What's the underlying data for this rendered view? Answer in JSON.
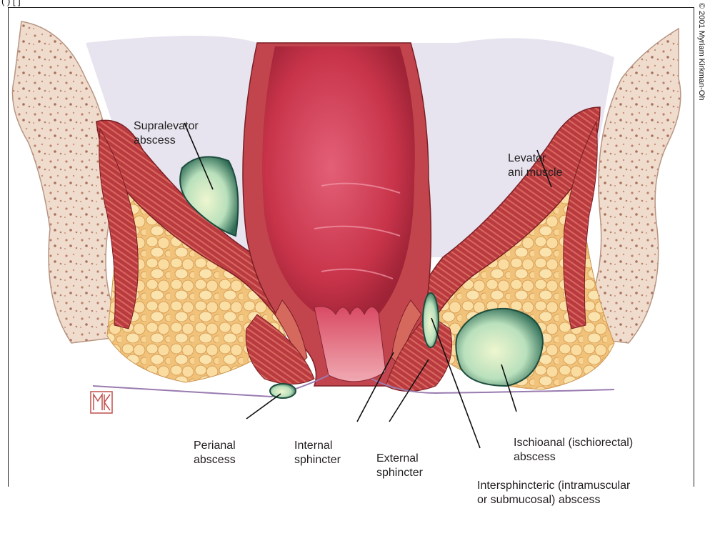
{
  "corner_text": "(  ) [ ]",
  "copyright": "© 2001 Myriam Kirkman-Oh",
  "labels": {
    "supralevator": [
      "Supralevator",
      "abscess"
    ],
    "levator": [
      "Levator",
      "ani muscle"
    ],
    "perianal": [
      "Perianal",
      "abscess"
    ],
    "internal_sphincter": [
      "Internal",
      "sphincter"
    ],
    "external_sphincter": [
      "External",
      "sphincter"
    ],
    "ischioanal": [
      "Ischioanal (ischiorectal)",
      "abscess"
    ],
    "intersphincteric": [
      "Intersphincteric (intramuscular",
      "or submucosal) abscess"
    ]
  },
  "colors": {
    "muscle": "#b83a3f",
    "muscle_light": "#d96a62",
    "rectum": "#c9374a",
    "rectum_light": "#e5728a",
    "fat": "#f4c97c",
    "fat_light": "#fbe2a8",
    "bone": "#efd9c8",
    "abscess": "#a8d7b3",
    "abscess_light": "#e4f1c8",
    "abscess_dark": "#1f5c4a",
    "background_shadow": "#d9d6e6"
  }
}
